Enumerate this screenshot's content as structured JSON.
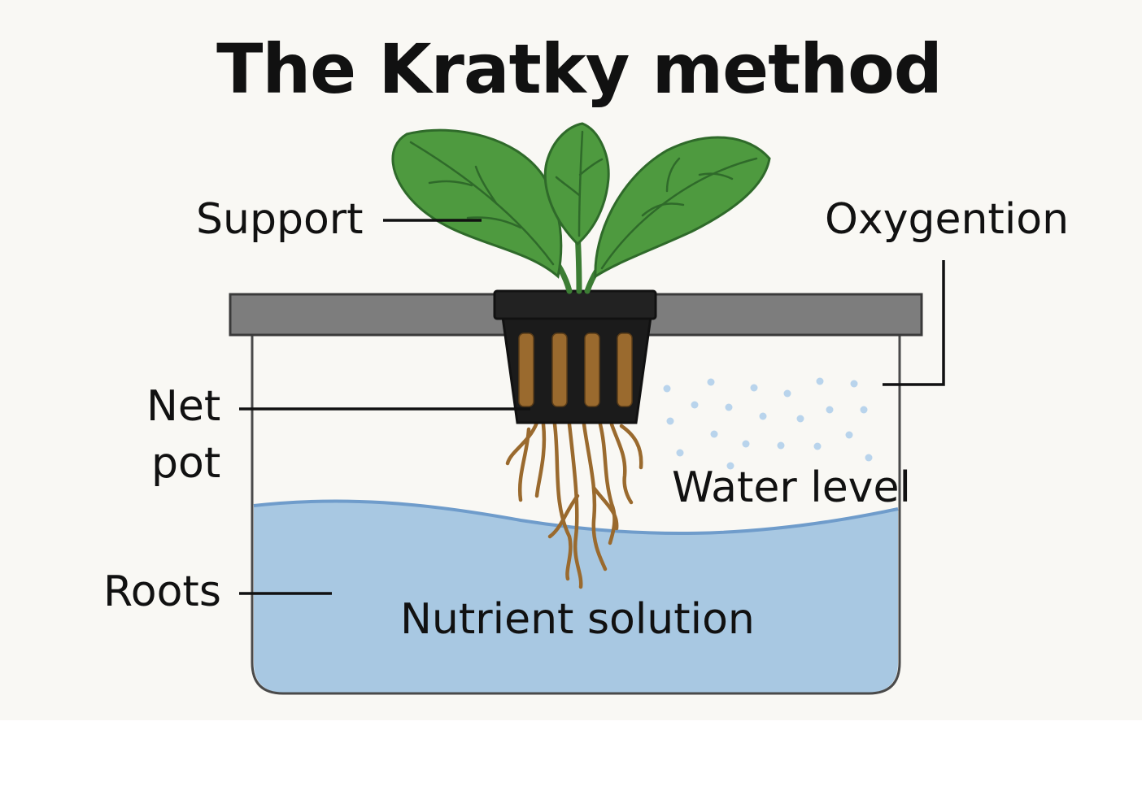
{
  "title": "The Kratky method",
  "labels": {
    "support": "Support",
    "oxygenation": "Oxygention",
    "net_pot_line1": "Net",
    "net_pot_line2": "pot",
    "water_level": "Water level",
    "roots": "Roots",
    "nutrient_solution": "Nutrient solution"
  },
  "colors": {
    "background": "#f9f8f4",
    "leaf": "#4e9a3f",
    "leaf_dark": "#2f6a2a",
    "lid": "#7d7d7d",
    "net_pot": "#1b1b1b",
    "root": "#9a6a2e",
    "water": "#a8c8e2",
    "water_line": "#6f9ccb",
    "bubbles": "#b9d4ec"
  }
}
